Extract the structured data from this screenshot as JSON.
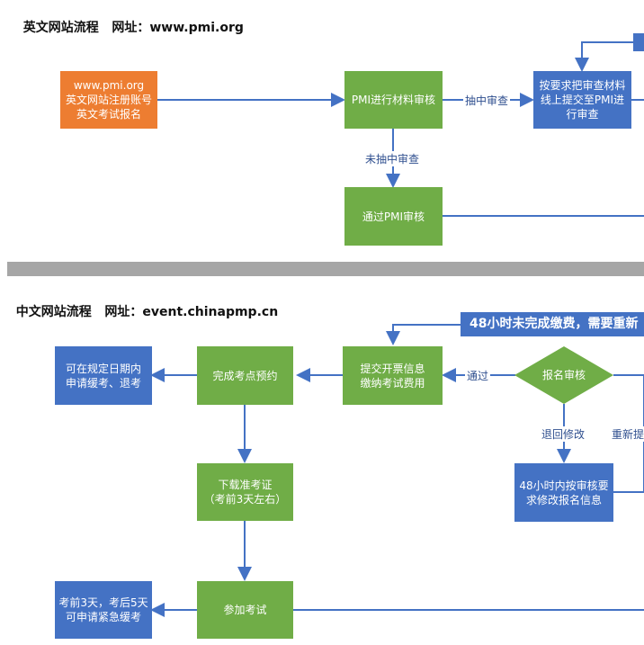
{
  "sections": {
    "english": {
      "title": "英文网站流程",
      "url_label": "网址：www.pmi.org"
    },
    "chinese": {
      "title": "中文网站流程",
      "url_label": "网址：event.chinapmp.cn"
    }
  },
  "english_flow": {
    "register": "www.pmi.org\n英文网站注册账号\n英文考试报名",
    "material_review": "PMI进行材料审核",
    "submit_online": "按要求把审查材料\n线上提交至PMI进\n行审查",
    "pass_review": "通过PMI审核",
    "label_selected": "抽中审查",
    "label_not_selected": "未抽中审查"
  },
  "chinese_flow": {
    "banner": "48小时未完成缴费，需要重新",
    "reg_review": "报名审核",
    "invoice_fee": "提交开票信息\n缴纳考试费用",
    "booking": "完成考点预约",
    "defer": "可在规定日期内\n申请缓考、退考",
    "admit_card": "下载准考证\n（考前3天左右）",
    "modify": "48小时内按审核要\n求修改报名信息",
    "exam": "参加考试",
    "urgent_defer": "考前3天，考后5天\n可申请紧急缓考",
    "label_pass": "通过",
    "label_return": "退回修改",
    "label_resubmit": "重新提"
  },
  "colors": {
    "orange": "#ed7d31",
    "green": "#70ad47",
    "blue": "#4472c4",
    "arrow": "#4472c4"
  }
}
